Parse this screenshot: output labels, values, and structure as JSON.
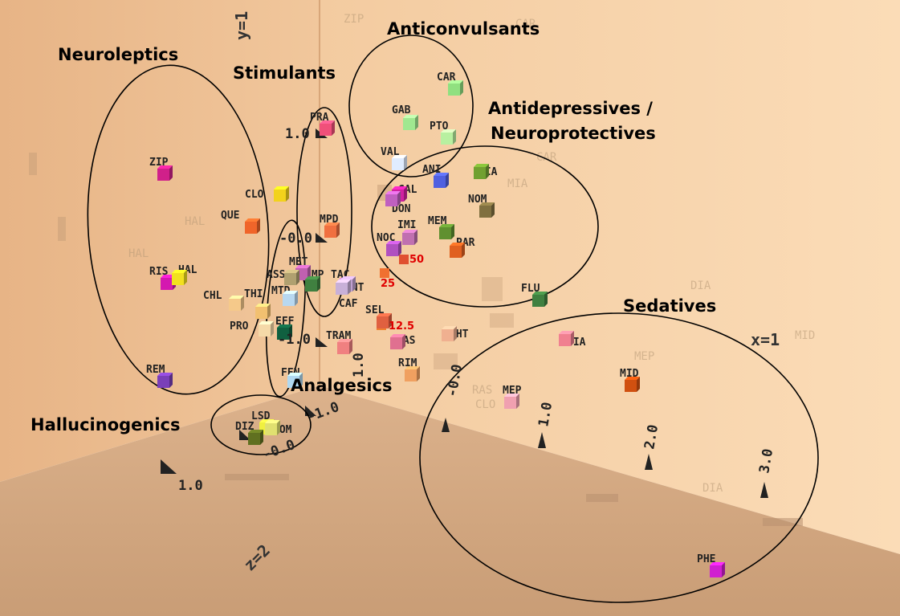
{
  "chart_data": {
    "type": "scatter",
    "groups": [
      {
        "name": "Neuroleptics",
        "color": "#000000"
      },
      {
        "name": "Stimulants",
        "color": "#000000"
      },
      {
        "name": "Anticonvulsants",
        "color": "#000000"
      },
      {
        "name": "Antidepressives /",
        "name2": "Neuroprotectives",
        "color": "#000000"
      },
      {
        "name": "Sedatives",
        "color": "#000000"
      },
      {
        "name": "Analgesics",
        "color": "#000000"
      },
      {
        "name": "Hallucinogenics",
        "color": "#000000"
      }
    ],
    "axis_labels": [
      "y=1",
      "x=1",
      "z=2"
    ],
    "tick_labels": [
      "1.0",
      "-0.0",
      "-1.0",
      "1.0",
      "-0.0",
      "-1.0",
      "1.0",
      "1.0",
      "2.0",
      "3.0",
      "-0.0"
    ],
    "concentrations": [
      "50",
      "25",
      "12.5"
    ],
    "points": [
      {
        "label": "ZIP",
        "color": "#d0208a"
      },
      {
        "label": "QUE",
        "color": "#f0652a"
      },
      {
        "label": "CLO",
        "color": "#f2d21c"
      },
      {
        "label": "RIS",
        "color": "#d419b0"
      },
      {
        "label": "HAL",
        "color": "#f2e020"
      },
      {
        "label": "CHL",
        "color": "#f5c98a"
      },
      {
        "label": "THI",
        "color": "#f2c070"
      },
      {
        "label": "PRO",
        "color": "#f5d9a8"
      },
      {
        "label": "REM",
        "color": "#7a3fb8"
      },
      {
        "label": "PRA",
        "color": "#f0507a"
      },
      {
        "label": "MPD",
        "color": "#f07040"
      },
      {
        "label": "MET",
        "color": "#c060b0"
      },
      {
        "label": "AMP",
        "color": "#408040"
      },
      {
        "label": "ASS",
        "color": "#b0a070"
      },
      {
        "label": "MTD",
        "color": "#b8d8f0"
      },
      {
        "label": "EFF",
        "color": "#106040"
      },
      {
        "label": "FEN",
        "color": "#b0d8f0"
      },
      {
        "label": "TAC",
        "color": "#b070b8"
      },
      {
        "label": "MNT",
        "color": "#c0a0d0"
      },
      {
        "label": "CAF",
        "color": "#c8b0d8"
      },
      {
        "label": "TRAM",
        "color": "#f08080"
      },
      {
        "label": "CAR",
        "color": "#90e080"
      },
      {
        "label": "GAB",
        "color": "#a0e890"
      },
      {
        "label": "PTO",
        "color": "#b8f0a0"
      },
      {
        "label": "VAL",
        "color": "#e0ecff"
      },
      {
        "label": "GAL",
        "color": "#d020a0"
      },
      {
        "label": "DON",
        "color": "#c060c0"
      },
      {
        "label": "ANI",
        "color": "#5060e0"
      },
      {
        "label": "MIA",
        "color": "#70a030"
      },
      {
        "label": "NOM",
        "color": "#807040"
      },
      {
        "label": "MEM",
        "color": "#609030"
      },
      {
        "label": "IMI",
        "color": "#c070b0"
      },
      {
        "label": "NOC",
        "color": "#b050c0"
      },
      {
        "label": "PAR",
        "color": "#e06020"
      },
      {
        "label": "FLU",
        "color": "#408040"
      },
      {
        "label": "SEL",
        "color": "#e06040"
      },
      {
        "label": "RAS",
        "color": "#e07090"
      },
      {
        "label": "RIM",
        "color": "#f0a060"
      },
      {
        "label": "MHT",
        "color": "#f0b090"
      },
      {
        "label": "DIA",
        "color": "#f08090"
      },
      {
        "label": "MID",
        "color": "#d05010"
      },
      {
        "label": "MEP",
        "color": "#f0a0b0"
      },
      {
        "label": "PHE",
        "color": "#d020d0"
      },
      {
        "label": "LSD",
        "color": "#f0f040"
      },
      {
        "label": "DIZ",
        "color": "#607020"
      },
      {
        "label": "DOM",
        "color": "#e0e070"
      }
    ]
  }
}
